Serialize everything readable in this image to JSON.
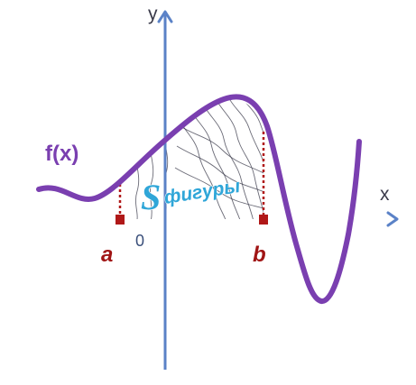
{
  "labels": {
    "y_axis": "y",
    "x_axis": "x",
    "function": "f(x)",
    "origin": "0",
    "a": "a",
    "b": "b",
    "area_symbol": "S",
    "area_subscript": "фигуры"
  },
  "colors": {
    "axis": "#5b82c7",
    "curve": "#7a3fb0",
    "function_label": "#7a3fb0",
    "bound_marker": "#b01818",
    "bound_label": "#a01414",
    "area_label": "#2fa6d8",
    "hatch": "#3a3a4a",
    "origin_label": "#3a4f7a"
  }
}
